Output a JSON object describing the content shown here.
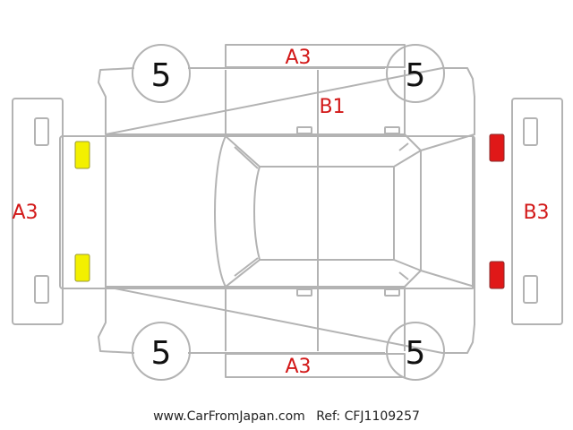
{
  "diagram": {
    "grade_front_left": "5",
    "grade_front_right": "5",
    "grade_rear_left": "5",
    "grade_rear_right": "5",
    "label_top_panel": "A3",
    "label_bottom_panel": "A3",
    "label_left_panel": "A3",
    "label_right_panel": "B3",
    "label_roof_area": "B1",
    "colors": {
      "outline": "#b3b3b3",
      "label_red": "#d21818",
      "front_lamp": "#f3f000",
      "rear_lamp": "#e01818",
      "grade_text": "#111111"
    }
  },
  "footer": {
    "site": "www.CarFromJapan.com",
    "ref": "Ref: CFJ1109257"
  }
}
